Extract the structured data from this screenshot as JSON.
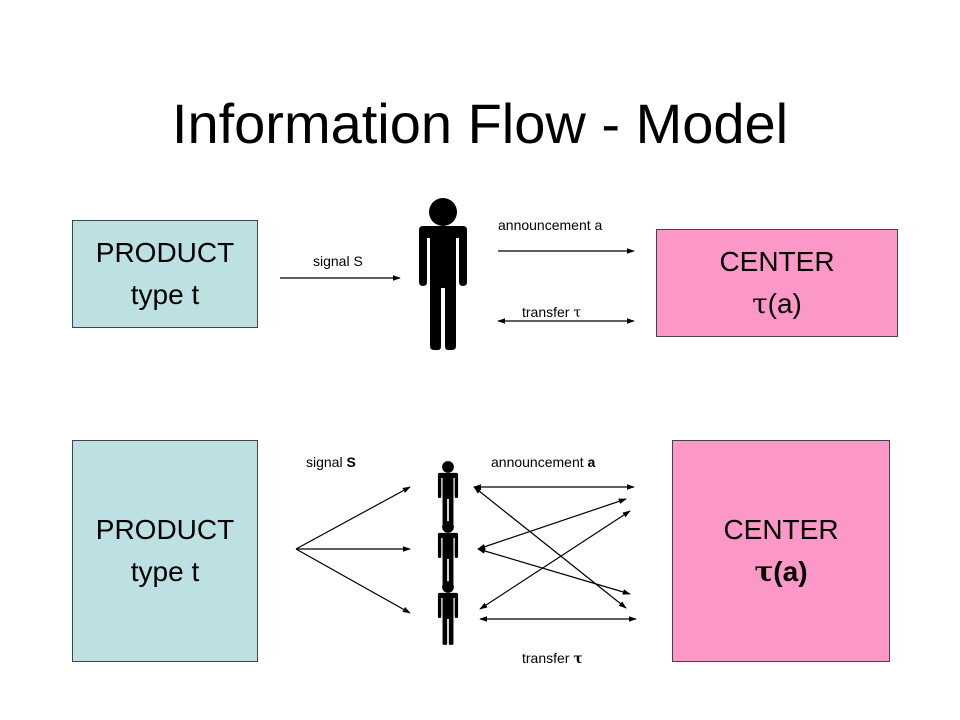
{
  "title": "Information Flow - Model",
  "colors": {
    "product": "#bde0e2",
    "center": "#fb98c8"
  },
  "top_model": {
    "product": {
      "line1": "PRODUCT",
      "line2": "type t"
    },
    "center": {
      "line1": "CENTER",
      "tau": "τ",
      "suffix": "(a)"
    },
    "signal_label": {
      "text": "signal",
      "var": "S"
    },
    "announcement_label": {
      "text": "announcement",
      "var": "a"
    },
    "transfer_label": {
      "text": "transfer",
      "var": "τ"
    },
    "agent_icon": "person-icon"
  },
  "bottom_model": {
    "product": {
      "line1": "PRODUCT",
      "line2": "type t"
    },
    "center": {
      "line1": "CENTER",
      "tau": "τ",
      "suffix": "(a)"
    },
    "signal_label": {
      "text": "signal",
      "var": "S"
    },
    "announcement_label": {
      "text": "announcement",
      "var": "a"
    },
    "transfer_label": {
      "text": "transfer",
      "var": "τ"
    },
    "agent_icon": "person-icon"
  }
}
